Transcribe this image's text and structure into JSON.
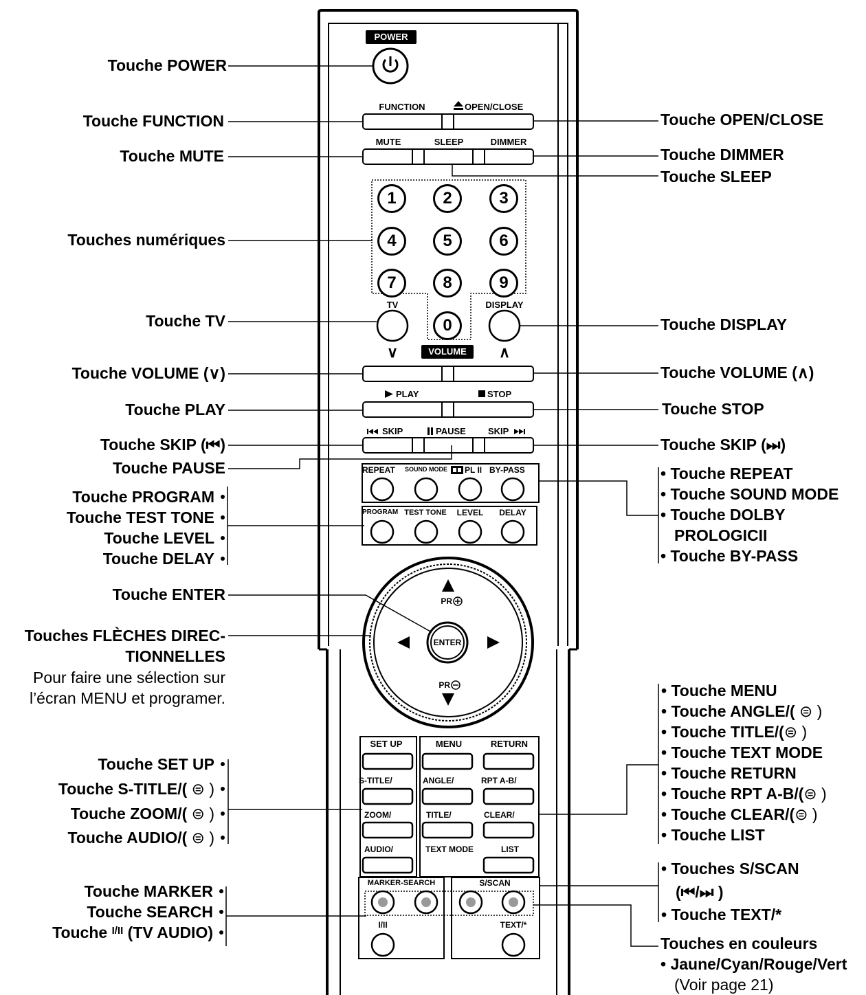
{
  "remote": {
    "power": "POWER",
    "function": "FUNCTION",
    "open_close": "OPEN/CLOSE",
    "mute": "MUTE",
    "sleep": "SLEEP",
    "dimmer": "DIMMER",
    "numbers": [
      "1",
      "2",
      "3",
      "4",
      "5",
      "6",
      "7",
      "8",
      "9",
      "0"
    ],
    "tv": "TV",
    "display": "DISPLAY",
    "volume": "VOLUME",
    "vol_down": "∨",
    "vol_up": "∧",
    "play": "PLAY",
    "stop": "STOP",
    "skip_prev": "SKIP",
    "pause": "PAUSE",
    "skip_next": "SKIP",
    "repeat": "REPEAT",
    "sound_mode": "SOUND MODE",
    "pl2": "PL II",
    "bypass": "BY-PASS",
    "program": "PROGRAM",
    "test_tone": "TEST TONE",
    "level": "LEVEL",
    "delay": "DELAY",
    "pr_plus": "PR",
    "pr_minus": "PR",
    "enter": "ENTER",
    "setup": "SET UP",
    "menu": "MENU",
    "return": "RETURN",
    "s_title": "S-TITLE/",
    "angle": "ANGLE/",
    "rpt_ab": "RPT A-B/",
    "zoom": "ZOOM/",
    "title": "TITLE/",
    "clear": "CLEAR/",
    "audio": "AUDIO/",
    "text_mode": "TEXT MODE",
    "list": "LIST",
    "marker_search": "MARKER-SEARCH",
    "s_scan": "S/SCAN",
    "i_ii": "I/II",
    "text_star": "TEXT/*"
  },
  "labels_left": {
    "power": "Touche POWER",
    "function": "Touche FUNCTION",
    "mute": "Touche MUTE",
    "numeric": "Touches numériques",
    "tv": "Touche TV",
    "volume_down": "Touche VOLUME (∨)",
    "play": "Touche PLAY",
    "skip_prev": "Touche SKIP (⏮)",
    "pause": "Touche PAUSE",
    "program": "Touche PROGRAM",
    "test_tone": "Touche TEST TONE",
    "level": "Touche LEVEL",
    "delay": "Touche DELAY",
    "enter": "Touche ENTER",
    "arrows_1": "Touches FLÈCHES DIREC-",
    "arrows_2": "TIONNELLES",
    "arrows_desc_1": "Pour faire une sélection sur",
    "arrows_desc_2": "l’écran MENU et programer.",
    "setup": "Touche SET UP",
    "s_title": "Touche S-TITLE/(",
    "zoom": "Touche ZOOM/(",
    "audio": "Touche AUDIO/(",
    "marker": "Touche MARKER",
    "search": "Touche SEARCH",
    "tv_audio_prefix": "Touche",
    "tv_audio_glyph": "I/II",
    "tv_audio_suffix": "(TV AUDIO)"
  },
  "labels_right": {
    "open_close": "Touche OPEN/CLOSE",
    "dimmer": "Touche DIMMER",
    "sleep": "Touche SLEEP",
    "display": "Touche DISPLAY",
    "volume_up": "Touche VOLUME (∧)",
    "stop": "Touche STOP",
    "skip_next": "Touche SKIP (⏭)",
    "repeat": "Touche REPEAT",
    "sound_mode": "Touche SOUND MODE",
    "dolby_1": "Touche DOLBY",
    "dolby_2": "PROLOGICII",
    "bypass": "Touche BY-PASS",
    "menu": "Touche MENU",
    "angle": "Touche ANGLE/(",
    "title": "Touche TITLE/(",
    "text_mode": "Touche TEXT MODE",
    "return": "Touche RETURN",
    "rpt_ab": "Touche RPT A-B/(",
    "clear": "Touche CLEAR/(",
    "list": "Touche LIST",
    "s_scan_1": "Touches S/SCAN",
    "s_scan_2": "(⏮/⏭ )",
    "text_star": "Touche TEXT/*",
    "colors_title": "Touches en couleurs",
    "colors_list": "Jaune/Cyan/Rouge/Vert",
    "colors_ref": "(Voir page 21)"
  },
  "icons": [
    "power-icon",
    "eject-icon",
    "play-icon",
    "stop-icon",
    "pause-icon",
    "skip-prev-icon",
    "skip-next-icon",
    "arrow-up-icon",
    "arrow-down-icon",
    "arrow-left-icon",
    "arrow-right-icon",
    "dolby-icon"
  ]
}
